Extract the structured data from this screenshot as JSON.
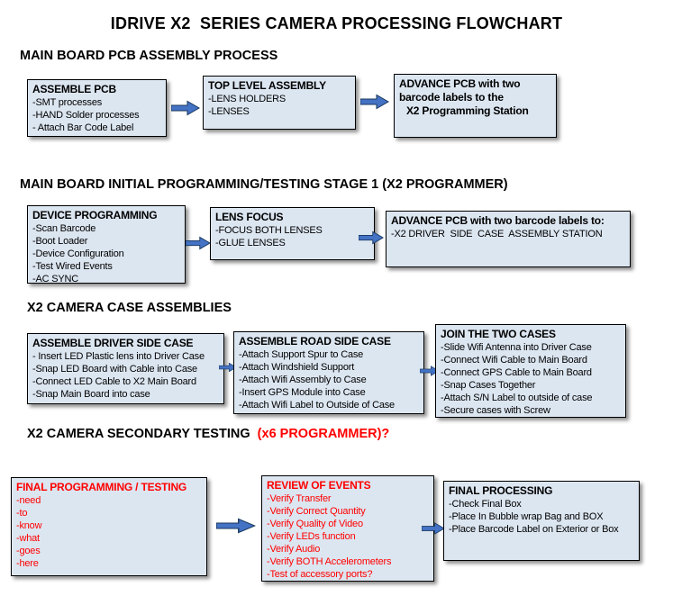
{
  "title": "IDRIVE X2  SERIES CAMERA PROCESSING FLOWCHART",
  "colors": {
    "box_fill": "#dce6f1",
    "box_border": "#000000",
    "arrow_blue": "#4472c4",
    "alert_red": "#ff0000"
  },
  "sections": [
    {
      "heading": "MAIN BOARD PCB ASSEMBLY PROCESS",
      "boxes": [
        {
          "title": "ASSEMBLE PCB",
          "lines": [
            "-SMT processes",
            "-HAND Solder processes",
            "- Attach Bar Code Label"
          ]
        },
        {
          "title": "TOP LEVEL ASSEMBLY",
          "lines": [
            "-LENS HOLDERS",
            "-LENSES"
          ]
        },
        {
          "title": "ADVANCE PCB with two barcode labels to the",
          "lines": [
            "X2 Programming Station"
          ]
        }
      ]
    },
    {
      "heading": "MAIN BOARD INITIAL PROGRAMMING/TESTING STAGE 1 (X2 PROGRAMMER)",
      "boxes": [
        {
          "title": "DEVICE PROGRAMMING",
          "lines": [
            "-Scan Barcode",
            "-Boot Loader",
            "-Device Configuration",
            "-Test Wired Events",
            "-AC SYNC"
          ]
        },
        {
          "title": "LENS FOCUS",
          "lines": [
            "-FOCUS BOTH LENSES",
            "-GLUE LENSES"
          ]
        },
        {
          "title": "ADVANCE PCB with two barcode labels to:",
          "lines": [
            "-X2 DRIVER  SIDE  CASE  ASSEMBLY STATION"
          ]
        }
      ]
    },
    {
      "heading": "X2 CAMERA CASE ASSEMBLIES",
      "boxes": [
        {
          "title": "ASSEMBLE DRIVER SIDE CASE",
          "lines": [
            "- Insert LED Plastic lens into Driver Case",
            "-Snap LED Board with Cable into Case",
            "-Connect LED Cable to X2 Main Board",
            "-Snap Main Board into case"
          ]
        },
        {
          "title": "ASSEMBLE ROAD SIDE CASE",
          "lines": [
            "-Attach Support Spur to Case",
            "-Attach Windshield Support",
            "-Attach Wifi Assembly to Case",
            "-Insert GPS Module into Case",
            "-Attach Wifi Label to Outside of Case"
          ]
        },
        {
          "title": "JOIN THE TWO CASES",
          "lines": [
            "-Slide Wifi Antenna into Driver Case",
            "-Connect Wifi Cable to Main Board",
            "-Connect GPS Cable to Main Board",
            "-Snap Cases Together",
            "-Attach S/N Label to outside of case",
            "-Secure cases with Screw"
          ]
        }
      ]
    },
    {
      "heading": "X2 CAMERA SECONDARY TESTING  ",
      "heading_suffix": "(x6 PROGRAMMER)?",
      "boxes": [
        {
          "title": "FINAL PROGRAMMING / TESTING",
          "lines": [
            "-need",
            "-to",
            "-know",
            "-what",
            "-goes",
            "-here"
          ]
        },
        {
          "title": "REVIEW OF EVENTS",
          "lines": [
            "-Verify Transfer",
            "-Verify Correct Quantity",
            "-Verify Quality of Video",
            "-Verify LEDs function",
            "-Verify Audio",
            "-Verify BOTH Accelerometers",
            "-Test of accessory ports?"
          ]
        },
        {
          "title": "FINAL PROCESSING",
          "lines": [
            "-Check Final Box",
            "-Place In Bubble wrap Bag and BOX",
            "-Place Barcode Label on Exterior or Box"
          ]
        }
      ]
    }
  ]
}
